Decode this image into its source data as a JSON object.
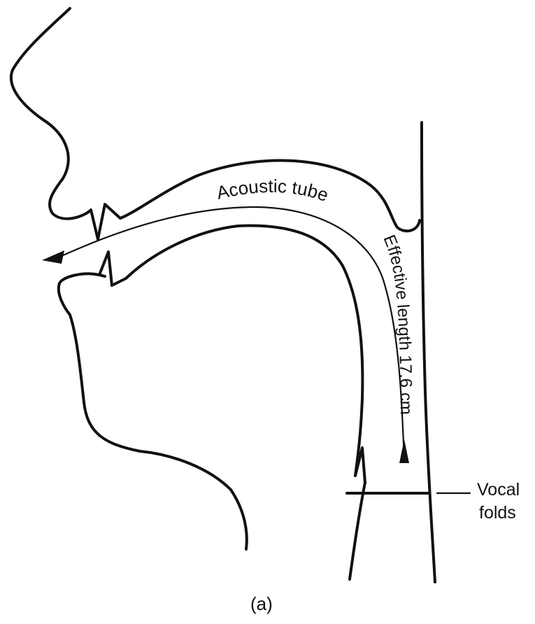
{
  "figure": {
    "acoustic_tube_label": "Acoustic tube",
    "effective_length_label": "Effective length 17.6 cm",
    "vocal_label_line1": "Vocal",
    "vocal_label_line2": "folds",
    "caption": "(a)"
  },
  "colors": {
    "line": "#111111",
    "background": "#ffffff"
  }
}
